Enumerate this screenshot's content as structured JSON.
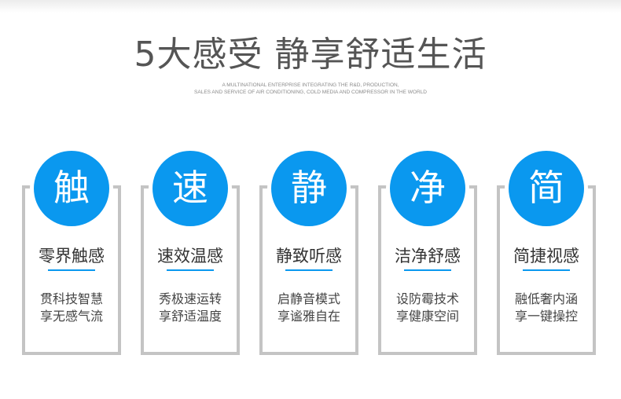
{
  "header": {
    "title": "5大感受  静享舒适生活",
    "subtitle_line1": "A MULTINATIONAL ENTERPRISE INTEGRATING THE R&D, PRODUCTION,",
    "subtitle_line2": "SALES AND SERVICE OF AIR CONDITIONING, COLD MEDIA AND COMPRESSOR IN THE WORLD"
  },
  "features": [
    {
      "char": "触",
      "title": "零界触感",
      "line1": "贯科技智慧",
      "line2": "享无感气流"
    },
    {
      "char": "速",
      "title": "速效温感",
      "line1": "秀极速运转",
      "line2": "享舒适温度"
    },
    {
      "char": "静",
      "title": "静致听感",
      "line1": "启静音模式",
      "line2": "享谧雅自在"
    },
    {
      "char": "净",
      "title": "洁净舒感",
      "line1": "设防霉技术",
      "line2": "享健康空间"
    },
    {
      "char": "简",
      "title": "简捷视感",
      "line1": "融低奢内涵",
      "line2": "享一键操控"
    }
  ],
  "colors": {
    "accent": "#0a98ef",
    "card_border": "#c4c4c4",
    "title_text": "#555555"
  }
}
